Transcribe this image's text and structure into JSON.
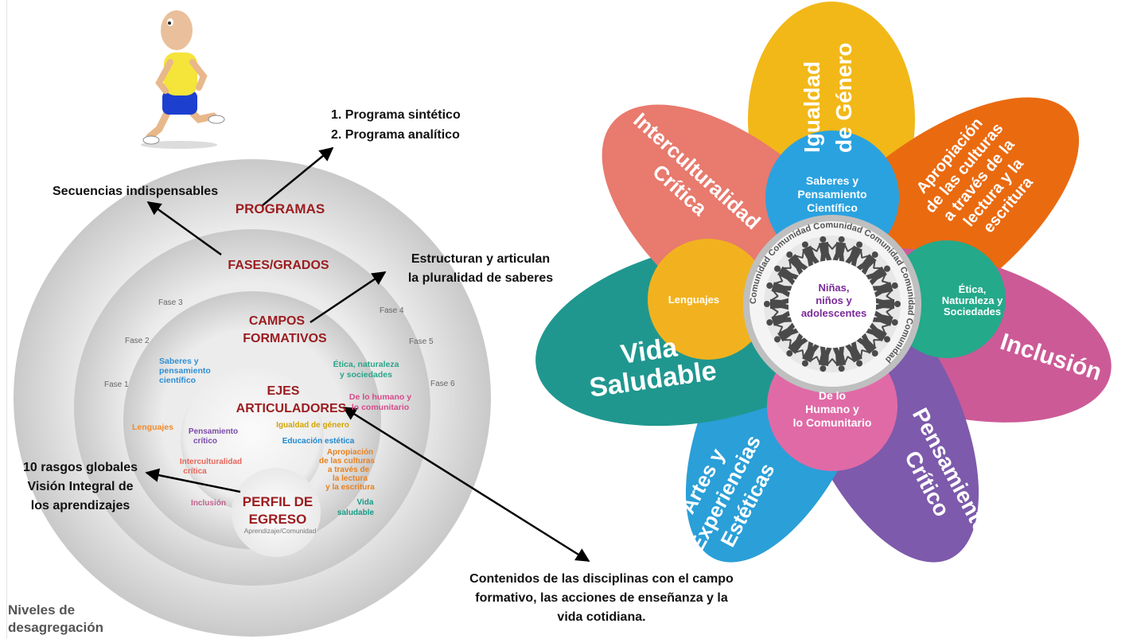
{
  "left": {
    "programs_list": [
      "1.  Programa sintético",
      "2.  Programa analítico"
    ],
    "annotations": {
      "secuencias": "Secuencias indispensables",
      "estructuran": [
        "Estructuran y articulan",
        "la pluralidad de saberes"
      ],
      "rasgos": [
        "10 rasgos globales",
        "Visión Integral de",
        "los aprendizajes"
      ],
      "contenidos": [
        "Contenidos de las disciplinas con el campo",
        "formativo, las acciones de enseñanza y la",
        "vida cotidiana."
      ]
    },
    "levels": {
      "programas": "PROGRAMAS",
      "fases": "FASES/GRADOS",
      "campos": [
        "CAMPOS",
        "FORMATIVOS"
      ],
      "ejes": [
        "EJES",
        "ARTICULADORES"
      ],
      "perfil": [
        "PERFIL DE",
        "EGRESO"
      ],
      "perfil_sub": "Aprendizaje/Comunidad"
    },
    "fases": [
      "Fase 1",
      "Fase 2",
      "Fase 3",
      "Fase 4",
      "Fase 5",
      "Fase 6"
    ],
    "campos_items": {
      "saberes": [
        "Saberes y",
        "pensamiento",
        "científico"
      ],
      "etica": [
        "Ética, naturaleza",
        "y sociedades"
      ],
      "humano": [
        "De lo humano y",
        "lo comunitario"
      ],
      "lenguajes": "Lenguajes"
    },
    "ejes_items": {
      "pensamiento": [
        "Pensamiento",
        "crítico"
      ],
      "igualdad": "Igualdad de género",
      "educacion": "Educación estética",
      "intercultural": [
        "Interculturalidad",
        "crítica"
      ],
      "apropiacion": [
        "Apropiación",
        "de las culturas",
        "a través de",
        "la lectura",
        "y la escritura"
      ],
      "inclusion": "Inclusión",
      "vida": [
        "Vida",
        "saludable"
      ]
    },
    "footer": [
      "Niveles de",
      "desagregación"
    ]
  },
  "flower": {
    "petals": {
      "igualdad": [
        "Igualdad",
        "de Género"
      ],
      "apropiacion": [
        "Apropiación",
        "de las culturas",
        "a través de la",
        "lectura  y la",
        "escritura"
      ],
      "inclusion": "Inclusión",
      "pensamiento": [
        "Pensamiento",
        "Crítico"
      ],
      "artes": [
        "Artes y",
        "Experiencias",
        "Estéticas"
      ],
      "vida": [
        "Vida",
        "Saludable"
      ],
      "intercultural": [
        "Interculturalidad",
        "Crítica"
      ]
    },
    "inner": {
      "saberes": [
        "Saberes y",
        "Pensamiento",
        "Científico"
      ],
      "etica": [
        "Ética,",
        "Naturaleza y",
        "Sociedades"
      ],
      "humano": [
        "De lo",
        "Humano y",
        "lo Comunitario"
      ],
      "lenguajes": "Lenguajes"
    },
    "center": [
      "Niñas,",
      "niños y",
      "adolescentes"
    ],
    "ring_word": "Comunidad"
  },
  "colors": {
    "level_title": "#9b1c1f",
    "saberes": "#2f8fd4",
    "etica": "#2aa58a",
    "humano": "#d64a8a",
    "lenguajes": "#f08a2e",
    "pensamiento": "#7a4aa8",
    "igualdad": "#d4a400",
    "educacion": "#1e88d0",
    "intercultural": "#e5665a",
    "apropiacion": "#e8801e",
    "inclusion": "#c0608c",
    "vida": "#159a86",
    "petal_igualdad": "#f1b818",
    "petal_apropiacion": "#ea6a10",
    "petal_inclusion": "#cc5a96",
    "petal_pensamiento": "#7d5aab",
    "petal_artes": "#2a9fd8",
    "petal_vida": "#1f978f",
    "petal_intercultural": "#e87a6e",
    "center_text": "#7a2a9a"
  }
}
